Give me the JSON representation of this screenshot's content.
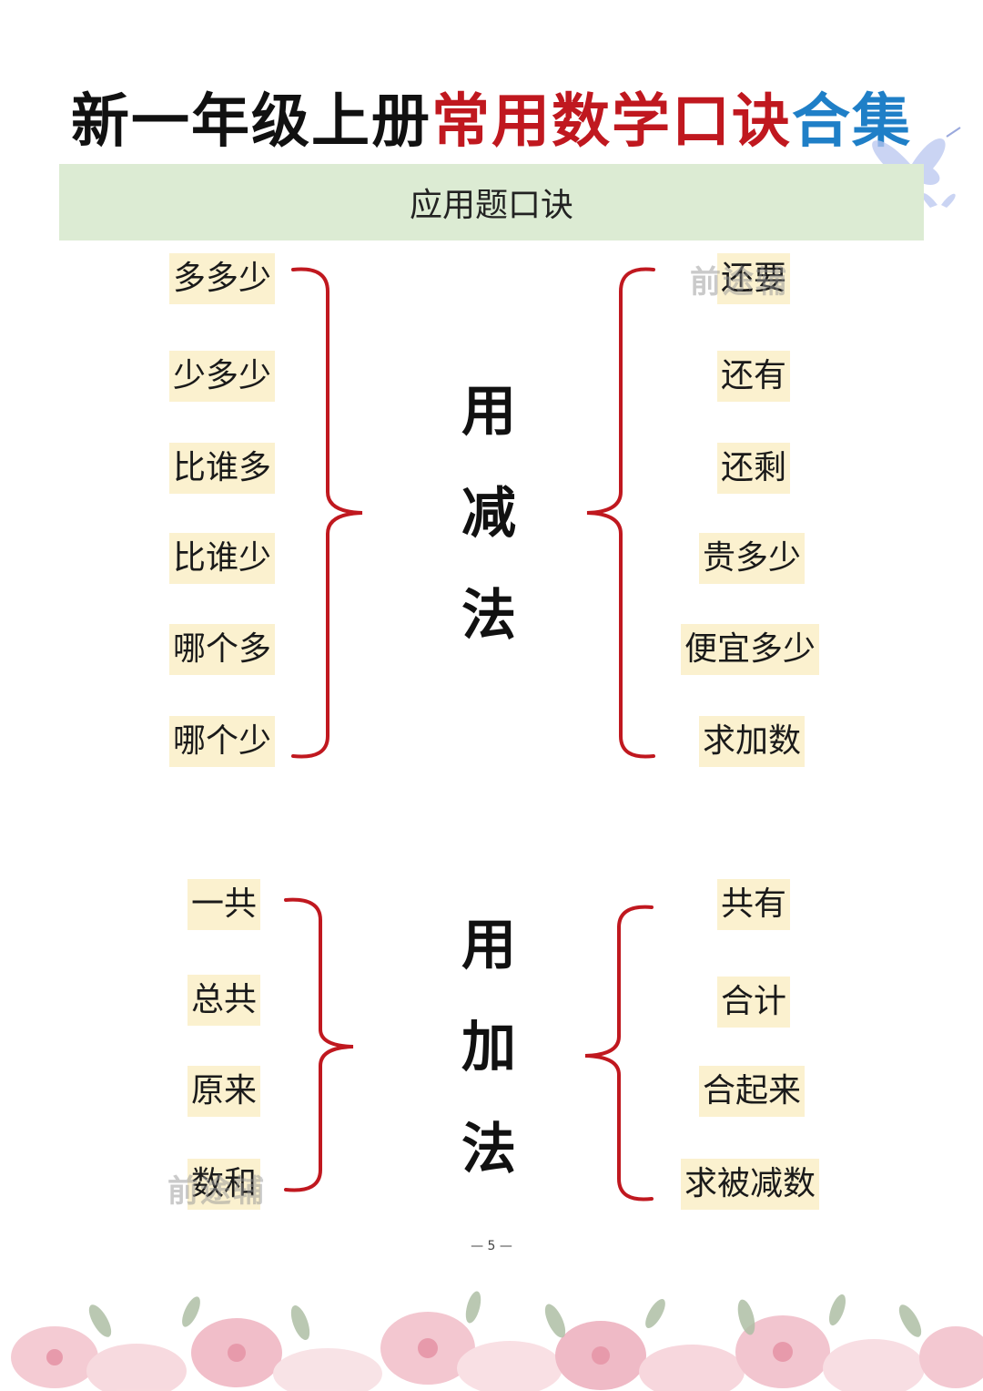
{
  "title": {
    "part1": "新一年级上册",
    "part2": "常用数学口诀",
    "part3": "合集"
  },
  "section_title": "应用题口诀",
  "subtraction": {
    "center": [
      "用",
      "减",
      "法"
    ],
    "left": [
      "多多少",
      "少多少",
      "比谁多",
      "比谁少",
      "哪个多",
      "哪个少"
    ],
    "right": [
      "还要",
      "还有",
      "还剩",
      "贵多少",
      "便宜多少",
      "求加数"
    ]
  },
  "addition": {
    "center": [
      "用",
      "加",
      "法"
    ],
    "left": [
      "一共",
      "总共",
      "原来",
      "数和"
    ],
    "right": [
      "共有",
      "合计",
      "合起来",
      "求被减数"
    ]
  },
  "watermark": "前途辅",
  "page_number": "— 5 —",
  "colors": {
    "title_black": "#111111",
    "title_red": "#c0181f",
    "title_blue": "#1f7fc7",
    "section_bar": "#dcebd3",
    "label_bg": "#fbf1cf",
    "bracket": "#c0181f"
  }
}
